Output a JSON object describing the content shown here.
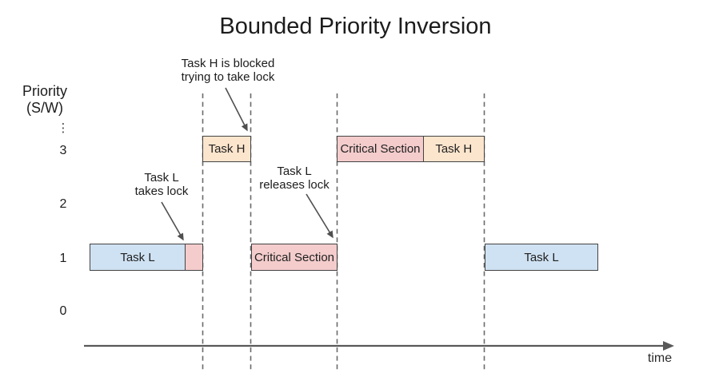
{
  "title": "Bounded Priority Inversion",
  "y_axis": {
    "label_line1": "Priority",
    "label_line2": "(S/W)",
    "ellipsis": "⋮",
    "ticks": [
      "3",
      "2",
      "1",
      "0"
    ]
  },
  "x_axis": {
    "label": "time"
  },
  "segments": [
    {
      "label": "Task L",
      "priority": 1,
      "fill": "#cfe2f3"
    },
    {
      "label": "",
      "priority": 1,
      "fill": "#f4cccc"
    },
    {
      "label": "Task H",
      "priority": 3,
      "fill": "#fce5cd"
    },
    {
      "label": "Critical Section",
      "priority": 1,
      "fill": "#f4cccc"
    },
    {
      "label": "Critical Section",
      "priority": 3,
      "fill": "#f4cccc"
    },
    {
      "label": "Task H",
      "priority": 3,
      "fill": "#fce5cd"
    },
    {
      "label": "Task L",
      "priority": 1,
      "fill": "#cfe2f3"
    }
  ],
  "annotations": {
    "blocked": {
      "line1": "Task H is blocked",
      "line2": "trying to take lock"
    },
    "takes": {
      "line1": "Task L",
      "line2": "takes lock"
    },
    "releases": {
      "line1": "Task L",
      "line2": "releases lock"
    }
  },
  "colors": {
    "task_low_fill": "#cfe2f3",
    "critical_fill": "#f4cccc",
    "task_high_fill": "#fce5cd",
    "box_border": "#434343",
    "line_gray": "#6a6a6a",
    "axis_color": "#595959",
    "arrow_color": "#4f4f4f",
    "text_color": "#1c1c1c"
  }
}
